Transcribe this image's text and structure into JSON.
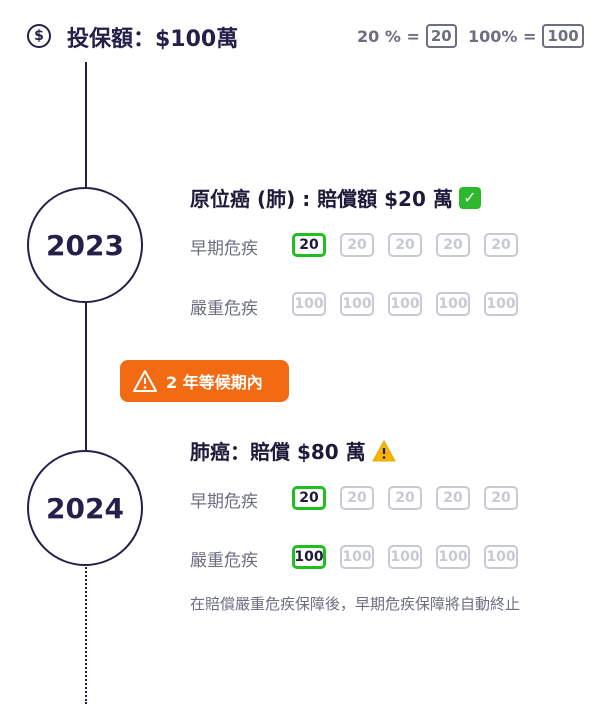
{
  "header": {
    "currency_symbol": "$",
    "title": "投保額：$100萬",
    "legend": [
      {
        "label": "20 % =",
        "box": "20"
      },
      {
        "label": "100% =",
        "box": "100"
      }
    ]
  },
  "years": [
    {
      "year": "2023",
      "heading": "原位癌 (肺) : 賠償額 $20 萬",
      "status_icon": "check-icon",
      "rows": [
        {
          "label": "早期危疾",
          "cells": [
            "20",
            "20",
            "20",
            "20",
            "20"
          ],
          "active_count": 1
        },
        {
          "label": "嚴重危疾",
          "cells": [
            "100",
            "100",
            "100",
            "100",
            "100"
          ],
          "active_count": 0
        }
      ]
    },
    {
      "year": "2024",
      "heading": "肺癌：賠償 $80 萬",
      "status_icon": "warning-icon",
      "rows": [
        {
          "label": "早期危疾",
          "cells": [
            "20",
            "20",
            "20",
            "20",
            "20"
          ],
          "active_count": 1
        },
        {
          "label": "嚴重危疾",
          "cells": [
            "100",
            "100",
            "100",
            "100",
            "100"
          ],
          "active_count": 1
        }
      ]
    }
  ],
  "waiting_badge": {
    "text": "2 年等候期內",
    "icon": "warning-icon",
    "color": "#f26a12"
  },
  "note": "在賠償嚴重危疾保障後，早期危疾保障將自動終止",
  "colors": {
    "active": "#1fbf1f",
    "inactive": "#c8cad2",
    "primary": "#24204a"
  }
}
